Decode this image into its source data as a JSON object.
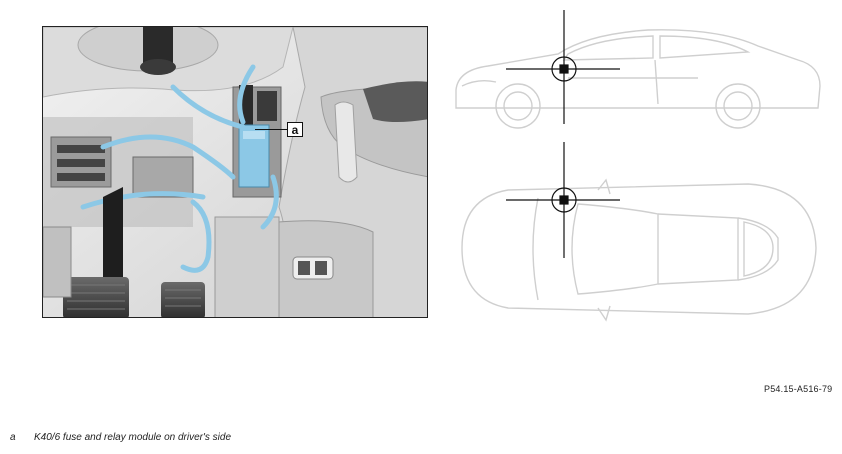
{
  "callout": {
    "label": "a"
  },
  "reference_code": "P54.15-A516-79",
  "legend": [
    {
      "key": "a",
      "text": "K40/6 fuse and relay module on driver's side"
    }
  ],
  "colors": {
    "harness": "#8cc8e6",
    "line_art": "#cfcfcf",
    "marker": "#111111"
  }
}
